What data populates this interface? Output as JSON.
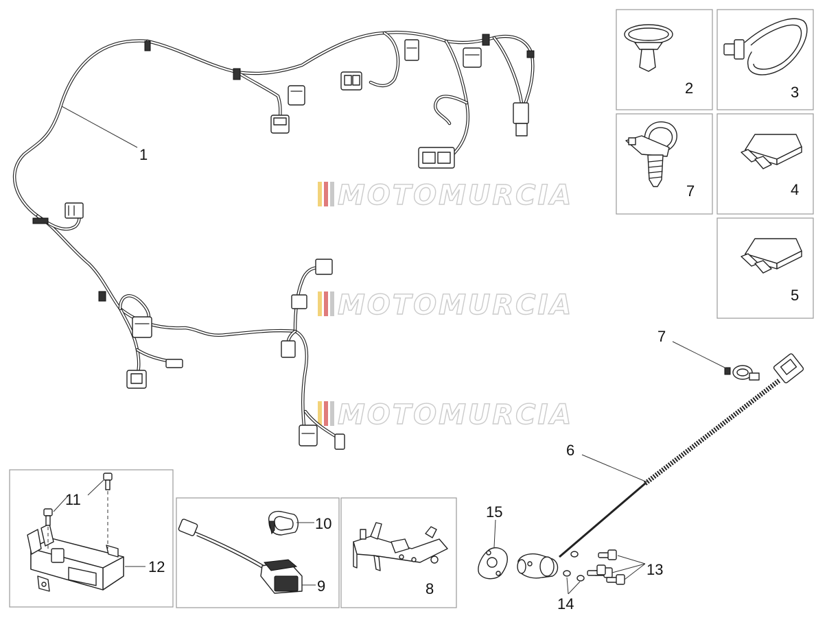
{
  "watermark": "MOTOMURCIA",
  "watermark_colors": [
    "#f2d37a",
    "#e07b7b",
    "#c9c9c9"
  ],
  "labels": {
    "p1": "1",
    "p2": "2",
    "p3": "3",
    "p4": "4",
    "p5": "5",
    "p6": "6",
    "p7a": "7",
    "p7b": "7",
    "p8": "8",
    "p9": "9",
    "p10": "10",
    "p11": "11",
    "p12": "12",
    "p13": "13",
    "p14": "14",
    "p15": "15"
  },
  "icons": {
    "p2": "cable-clip-icon",
    "p3": "cable-tie-icon",
    "p4": "fuse-icon",
    "p5": "fuse-icon",
    "p6": "speed-sensor-cable-icon",
    "p7": "clamp-screw-icon",
    "p8": "bracket-icon",
    "p9": "connector-lead-icon",
    "p10": "rubber-grommet-icon",
    "p11": "screw-icon",
    "p12": "control-unit-icon",
    "p13": "screw-icon",
    "p14": "washer-icon",
    "p15": "gasket-plate-icon"
  }
}
